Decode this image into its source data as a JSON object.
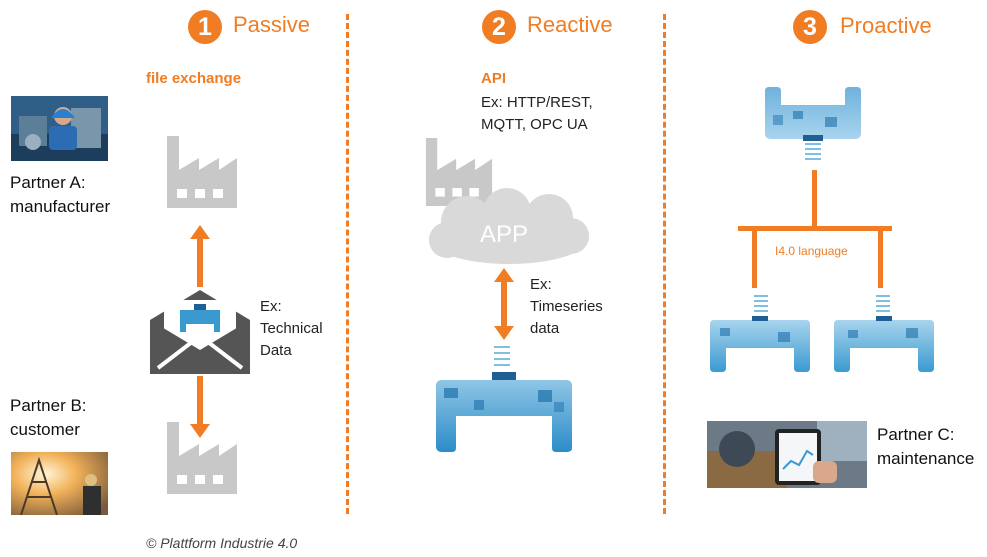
{
  "sections": [
    {
      "number": "1",
      "title": "Passive"
    },
    {
      "number": "2",
      "title": "Reactive"
    },
    {
      "number": "3",
      "title": "Proactive"
    }
  ],
  "passive": {
    "channel": "file exchange",
    "note_lines": [
      "Ex:",
      "Technical",
      "Data"
    ]
  },
  "reactive": {
    "channel": "API",
    "protocol_lines": [
      "Ex: HTTP/REST,",
      "MQTT, OPC UA"
    ],
    "cloud_label": "APP",
    "note_lines": [
      "Ex:",
      "Timeseries",
      "data"
    ]
  },
  "proactive": {
    "network_label": "I4.0 language"
  },
  "partners": {
    "a": [
      "Partner A:",
      "manufacturer"
    ],
    "b": [
      "Partner B:",
      "customer"
    ],
    "c": [
      "Partner C:",
      "maintenance"
    ]
  },
  "footer": "© Plattform Industrie 4.0",
  "colors": {
    "accent": "#f07d23",
    "factory": "#c8c8c8",
    "device": "#3a9ad0",
    "envelope": "#555555"
  }
}
